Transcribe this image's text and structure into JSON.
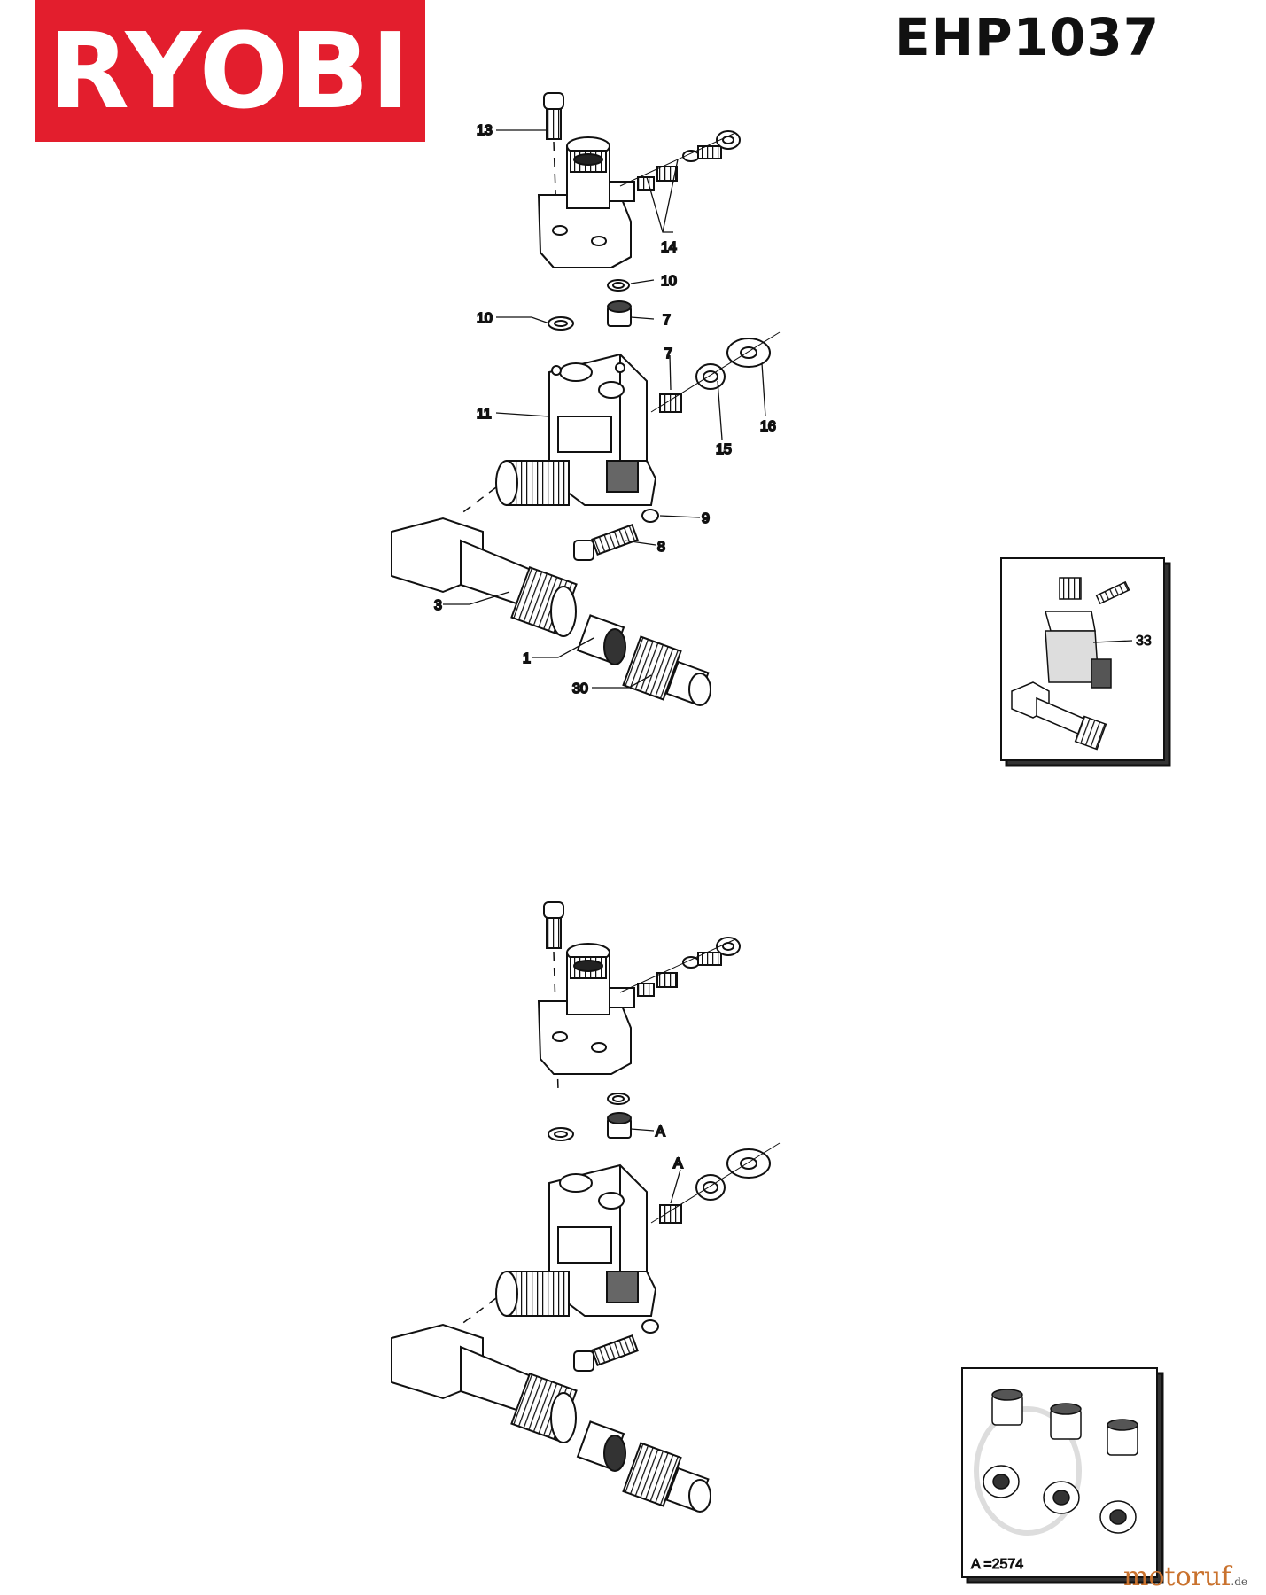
{
  "header": {
    "brand": "RYOBI",
    "model": "EHP1037",
    "brand_color": "#e31e2d"
  },
  "callouts": {
    "c13": "13",
    "c14": "14",
    "c10a": "10",
    "c10b": "10",
    "c7a": "7",
    "c7b": "7",
    "c11": "11",
    "c15": "15",
    "c16": "16",
    "c9": "9",
    "c8": "8",
    "c3": "3",
    "c1": "1",
    "c30": "30",
    "c33": "33",
    "cAa": "A",
    "cAb": "A"
  },
  "inset_kit": {
    "label": "A =2574"
  },
  "watermark": {
    "text": "motoruf",
    "tld": ".de"
  }
}
